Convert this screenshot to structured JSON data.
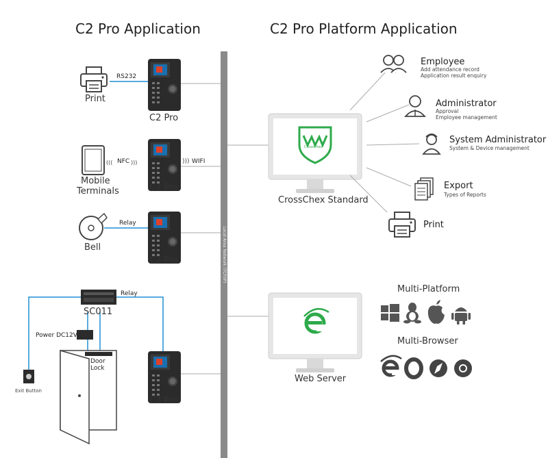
{
  "titles": {
    "left": "C2 Pro Application",
    "right": "C2 Pro Platform Application"
  },
  "left": {
    "print": {
      "label": "Print",
      "link": "RS232"
    },
    "mobile": {
      "label_line1": "Mobile",
      "label_line2": "Terminals",
      "link": "NFC"
    },
    "wifi": "WIFI",
    "bell": {
      "label": "Bell",
      "link": "Relay"
    },
    "controller": {
      "label": "SC011",
      "link": "Relay",
      "power": "Power DC12V",
      "lock_line1": "Door",
      "lock_line2": "Lock",
      "exit": "Exit Button"
    },
    "device_label": "C2 Pro"
  },
  "network_label": "Local Area Network (TCP/IP)",
  "crosschex": {
    "label": "CrossChex Standard",
    "logo": "CrossChex",
    "roles": [
      {
        "title": "Employee",
        "lines": [
          "Add attendance record",
          "Application result enquiry"
        ],
        "icon": "users-icon"
      },
      {
        "title": "Administrator",
        "lines": [
          "Approval",
          "Employee management"
        ],
        "icon": "admin-icon"
      },
      {
        "title": "System Administrator",
        "lines": [
          "System & Device management"
        ],
        "icon": "sysadmin-icon"
      },
      {
        "title": "Export",
        "lines": [
          "Types of Reports"
        ],
        "icon": "documents-icon"
      },
      {
        "title": "Print",
        "lines": [],
        "icon": "printer-icon"
      }
    ]
  },
  "web": {
    "label": "Web Server",
    "platform_title": "Multi-Platform",
    "platforms": [
      "windows-icon",
      "linux-icon",
      "apple-icon",
      "android-icon"
    ],
    "browser_title": "Multi-Browser",
    "browsers": [
      "ie-icon",
      "opera-icon",
      "safari-icon",
      "chrome-icon"
    ]
  },
  "colors": {
    "link": "#1f8fd6",
    "bus": "#8a8a8a",
    "logo": "#2eaa4b",
    "device": "#2b2b2b"
  }
}
